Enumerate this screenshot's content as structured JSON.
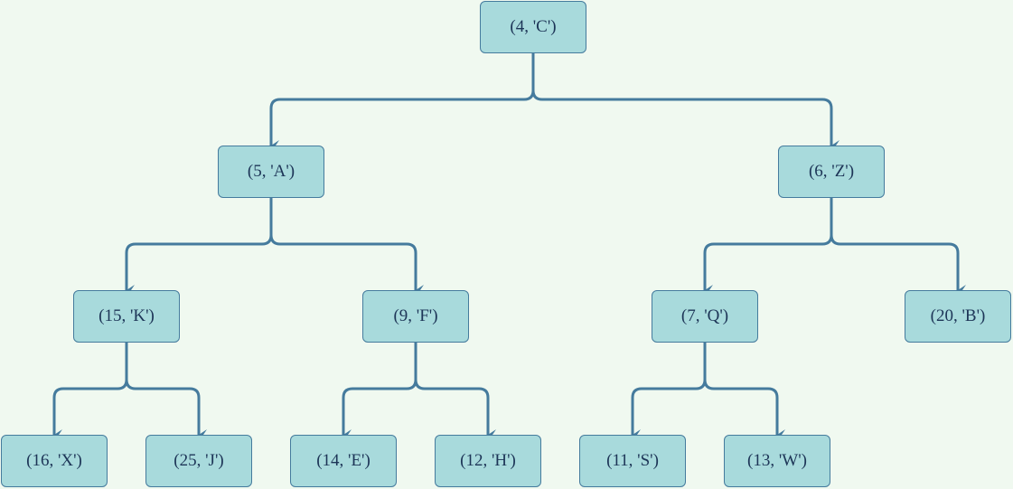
{
  "colors": {
    "background": "#f0f9f0",
    "node_fill": "#a8dadc",
    "node_border": "#457b9d",
    "edge": "#457b9d",
    "text": "#1d3557"
  },
  "tree": {
    "root": {
      "label": "(4, 'C')"
    },
    "nodes": [
      {
        "id": "n4C",
        "label": "(4, 'C')"
      },
      {
        "id": "n5A",
        "label": "(5, 'A')"
      },
      {
        "id": "n6Z",
        "label": "(6, 'Z')"
      },
      {
        "id": "n15K",
        "label": "(15, 'K')"
      },
      {
        "id": "n9F",
        "label": "(9, 'F')"
      },
      {
        "id": "n7Q",
        "label": "(7, 'Q')"
      },
      {
        "id": "n20B",
        "label": "(20, 'B')"
      },
      {
        "id": "n16X",
        "label": "(16, 'X')"
      },
      {
        "id": "n25J",
        "label": "(25, 'J')"
      },
      {
        "id": "n14E",
        "label": "(14, 'E')"
      },
      {
        "id": "n12H",
        "label": "(12, 'H')"
      },
      {
        "id": "n11S",
        "label": "(11, 'S')"
      },
      {
        "id": "n13W",
        "label": "(13, 'W')"
      }
    ],
    "edges": [
      {
        "from": "n4C",
        "to": "n5A"
      },
      {
        "from": "n4C",
        "to": "n6Z"
      },
      {
        "from": "n5A",
        "to": "n15K"
      },
      {
        "from": "n5A",
        "to": "n9F"
      },
      {
        "from": "n6Z",
        "to": "n7Q"
      },
      {
        "from": "n6Z",
        "to": "n20B"
      },
      {
        "from": "n15K",
        "to": "n16X"
      },
      {
        "from": "n15K",
        "to": "n25J"
      },
      {
        "from": "n9F",
        "to": "n14E"
      },
      {
        "from": "n9F",
        "to": "n12H"
      },
      {
        "from": "n7Q",
        "to": "n11S"
      },
      {
        "from": "n7Q",
        "to": "n13W"
      }
    ]
  }
}
